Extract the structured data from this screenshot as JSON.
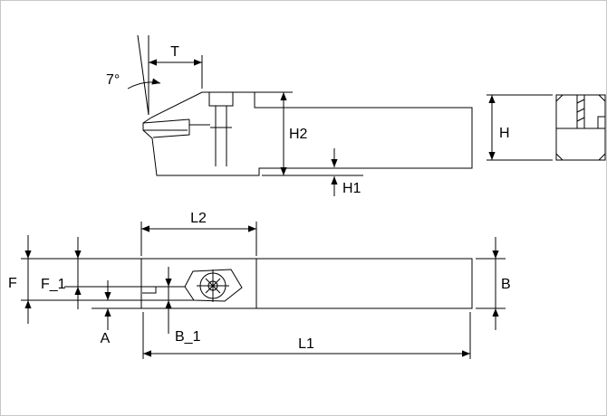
{
  "drawing": {
    "type": "technical-dimension-drawing",
    "background": "#ffffff",
    "line_color": "#000000",
    "views": [
      "side-view",
      "end-view",
      "plan-view"
    ],
    "dimensions": {
      "angle": "7°",
      "T": "T",
      "H2": "H2",
      "H1": "H1",
      "H": "H",
      "L2": "L2",
      "F": "F",
      "F_1": "F_1",
      "A": "A",
      "B_1": "B_1",
      "L1": "L1",
      "B": "B"
    }
  }
}
